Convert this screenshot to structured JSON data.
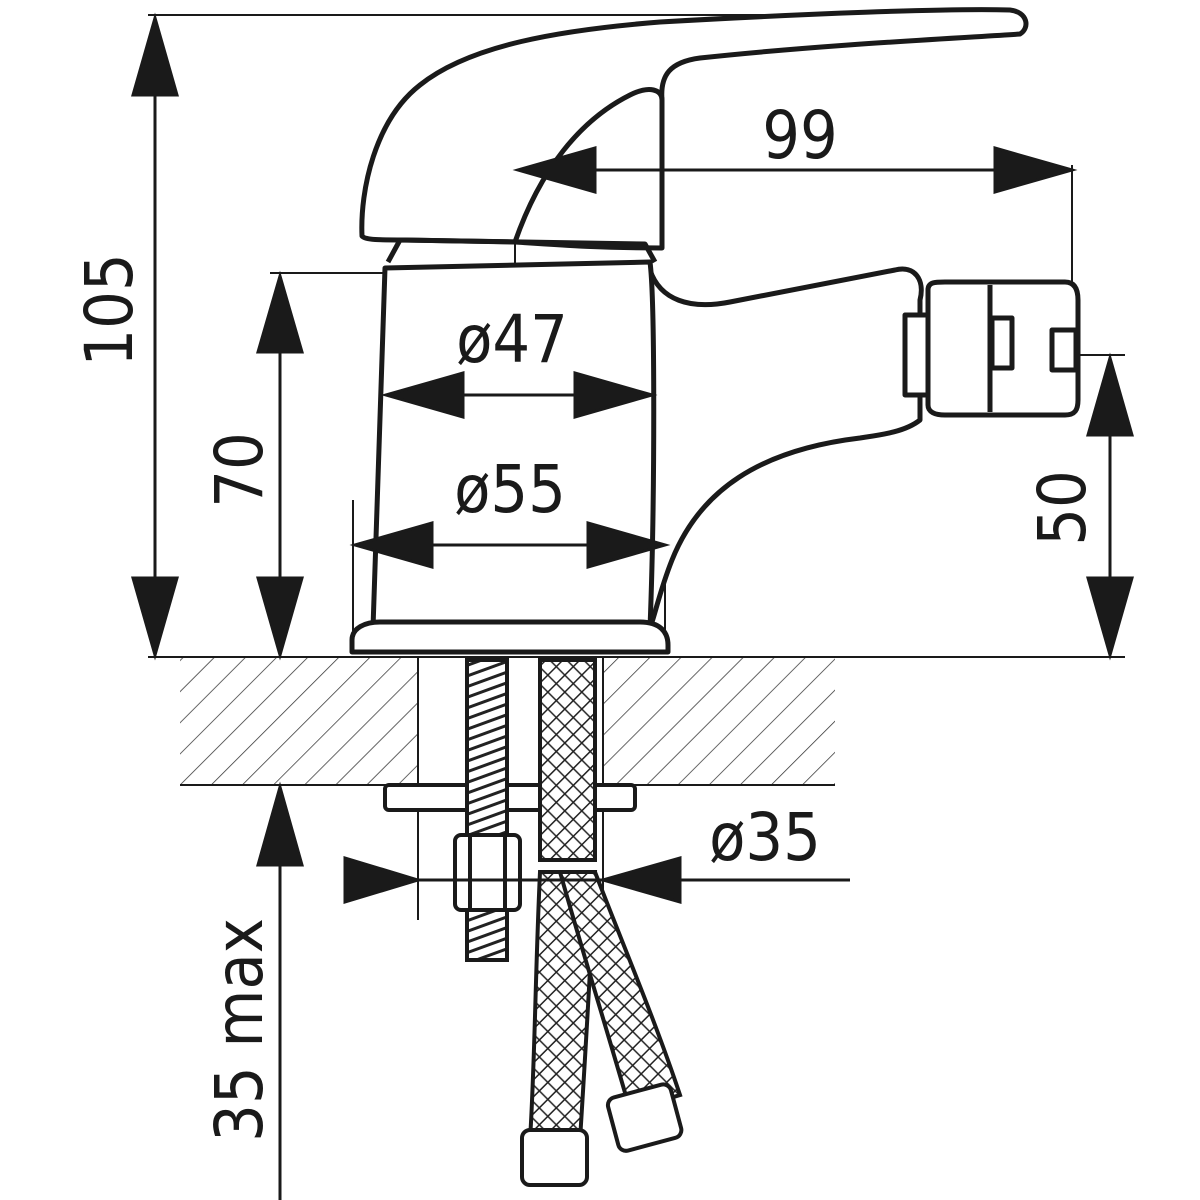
{
  "drawing": {
    "title": "Bidet mixer dimension drawing",
    "dimensions": {
      "overall_height": "105",
      "spout_reach": "99",
      "body_diameter_upper": "ø47",
      "body_height": "70",
      "base_diameter": "ø55",
      "outlet_height": "50",
      "mounting_hole": "ø35",
      "max_counter_thickness": "35 max"
    },
    "colors": {
      "line": "#1a1a1a",
      "background": "#ffffff"
    }
  }
}
